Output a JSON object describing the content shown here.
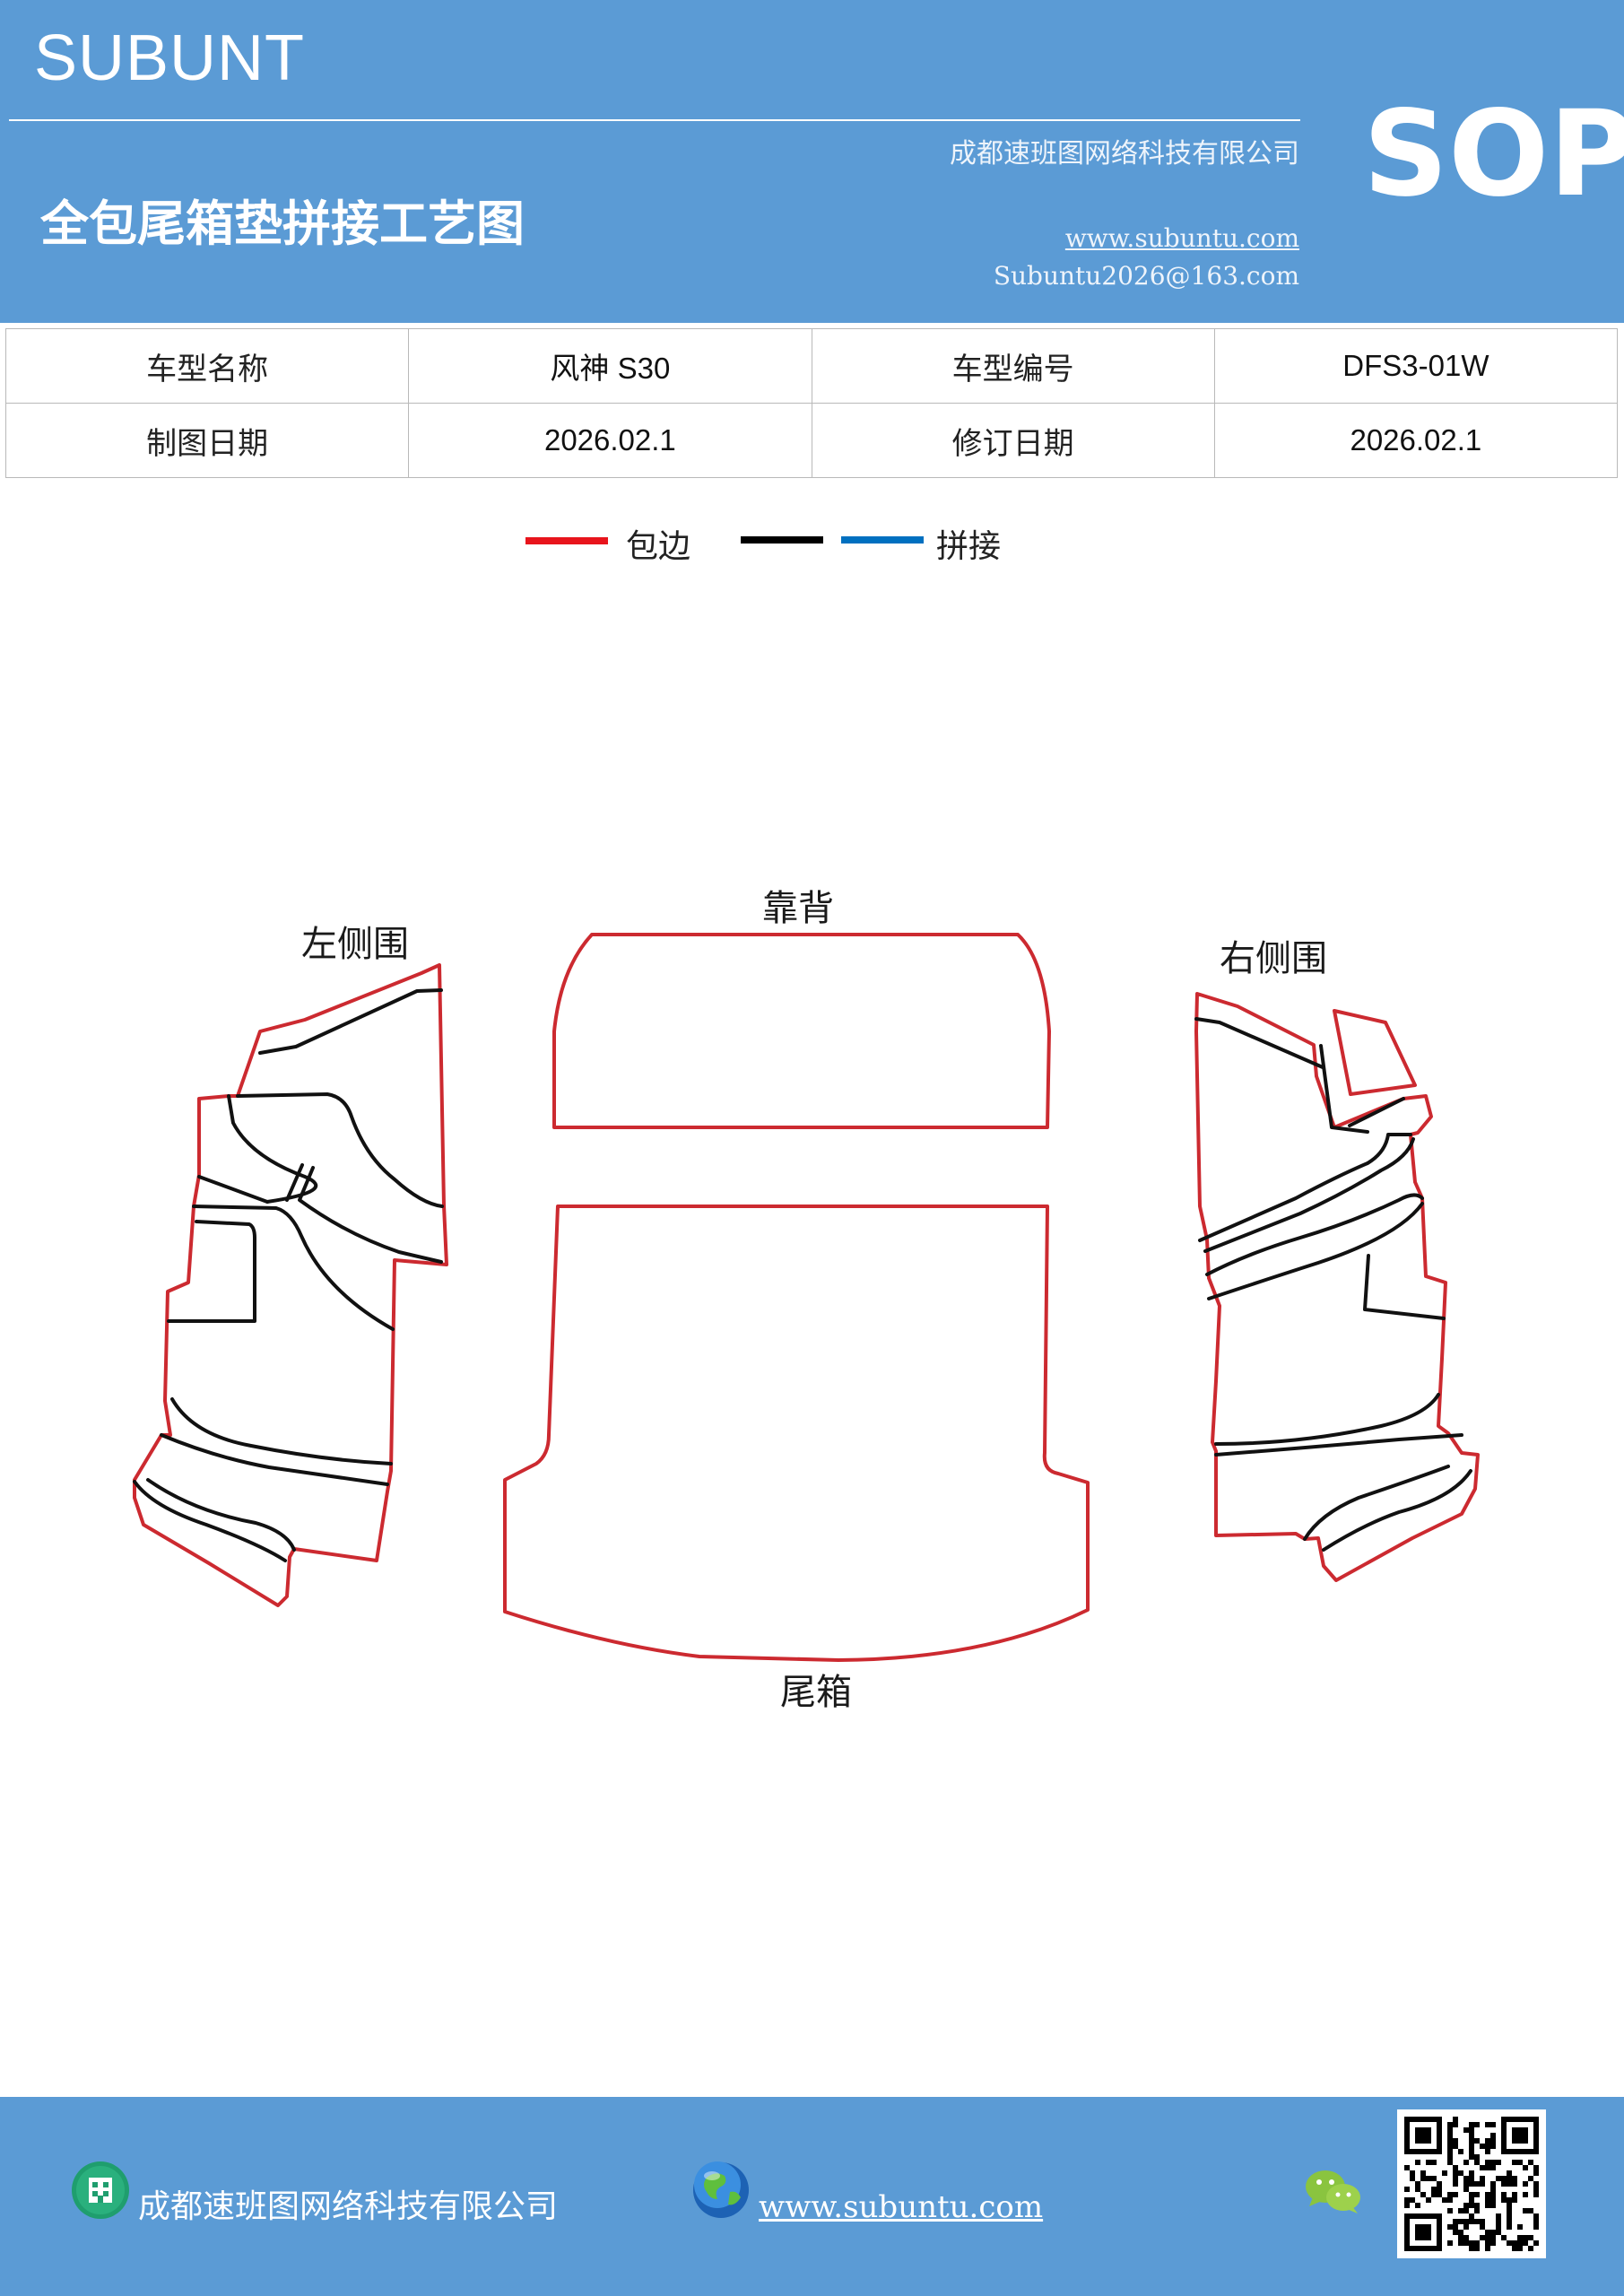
{
  "header": {
    "brand": "SUBUNT",
    "company": "成都速班图网络科技有限公司",
    "title": "全包尾箱垫拼接工艺图",
    "website": "www.subuntu.com",
    "email": "Subuntu2026@163.com",
    "badge": "SOP"
  },
  "info_table": {
    "rows": [
      [
        "车型名称",
        "风神 S30",
        "车型编号",
        "DFS3-01W"
      ],
      [
        "制图日期",
        "2026.02.1",
        "修订日期",
        "2026.02.1"
      ]
    ]
  },
  "legend": {
    "items": [
      {
        "color": "#e8141c",
        "label": "包边"
      },
      {
        "color": "#000000",
        "label": ""
      },
      {
        "color": "#0070c0",
        "label": "拼接"
      }
    ]
  },
  "diagram": {
    "labels": {
      "left": "左侧围",
      "back": "靠背",
      "right": "右侧围",
      "trunk": "尾箱"
    },
    "colors": {
      "edge": "#cc2a30",
      "seam": "#111111"
    }
  },
  "footer": {
    "company": "成都速班图网络科技有限公司",
    "website": "www.subuntu.com "
  }
}
